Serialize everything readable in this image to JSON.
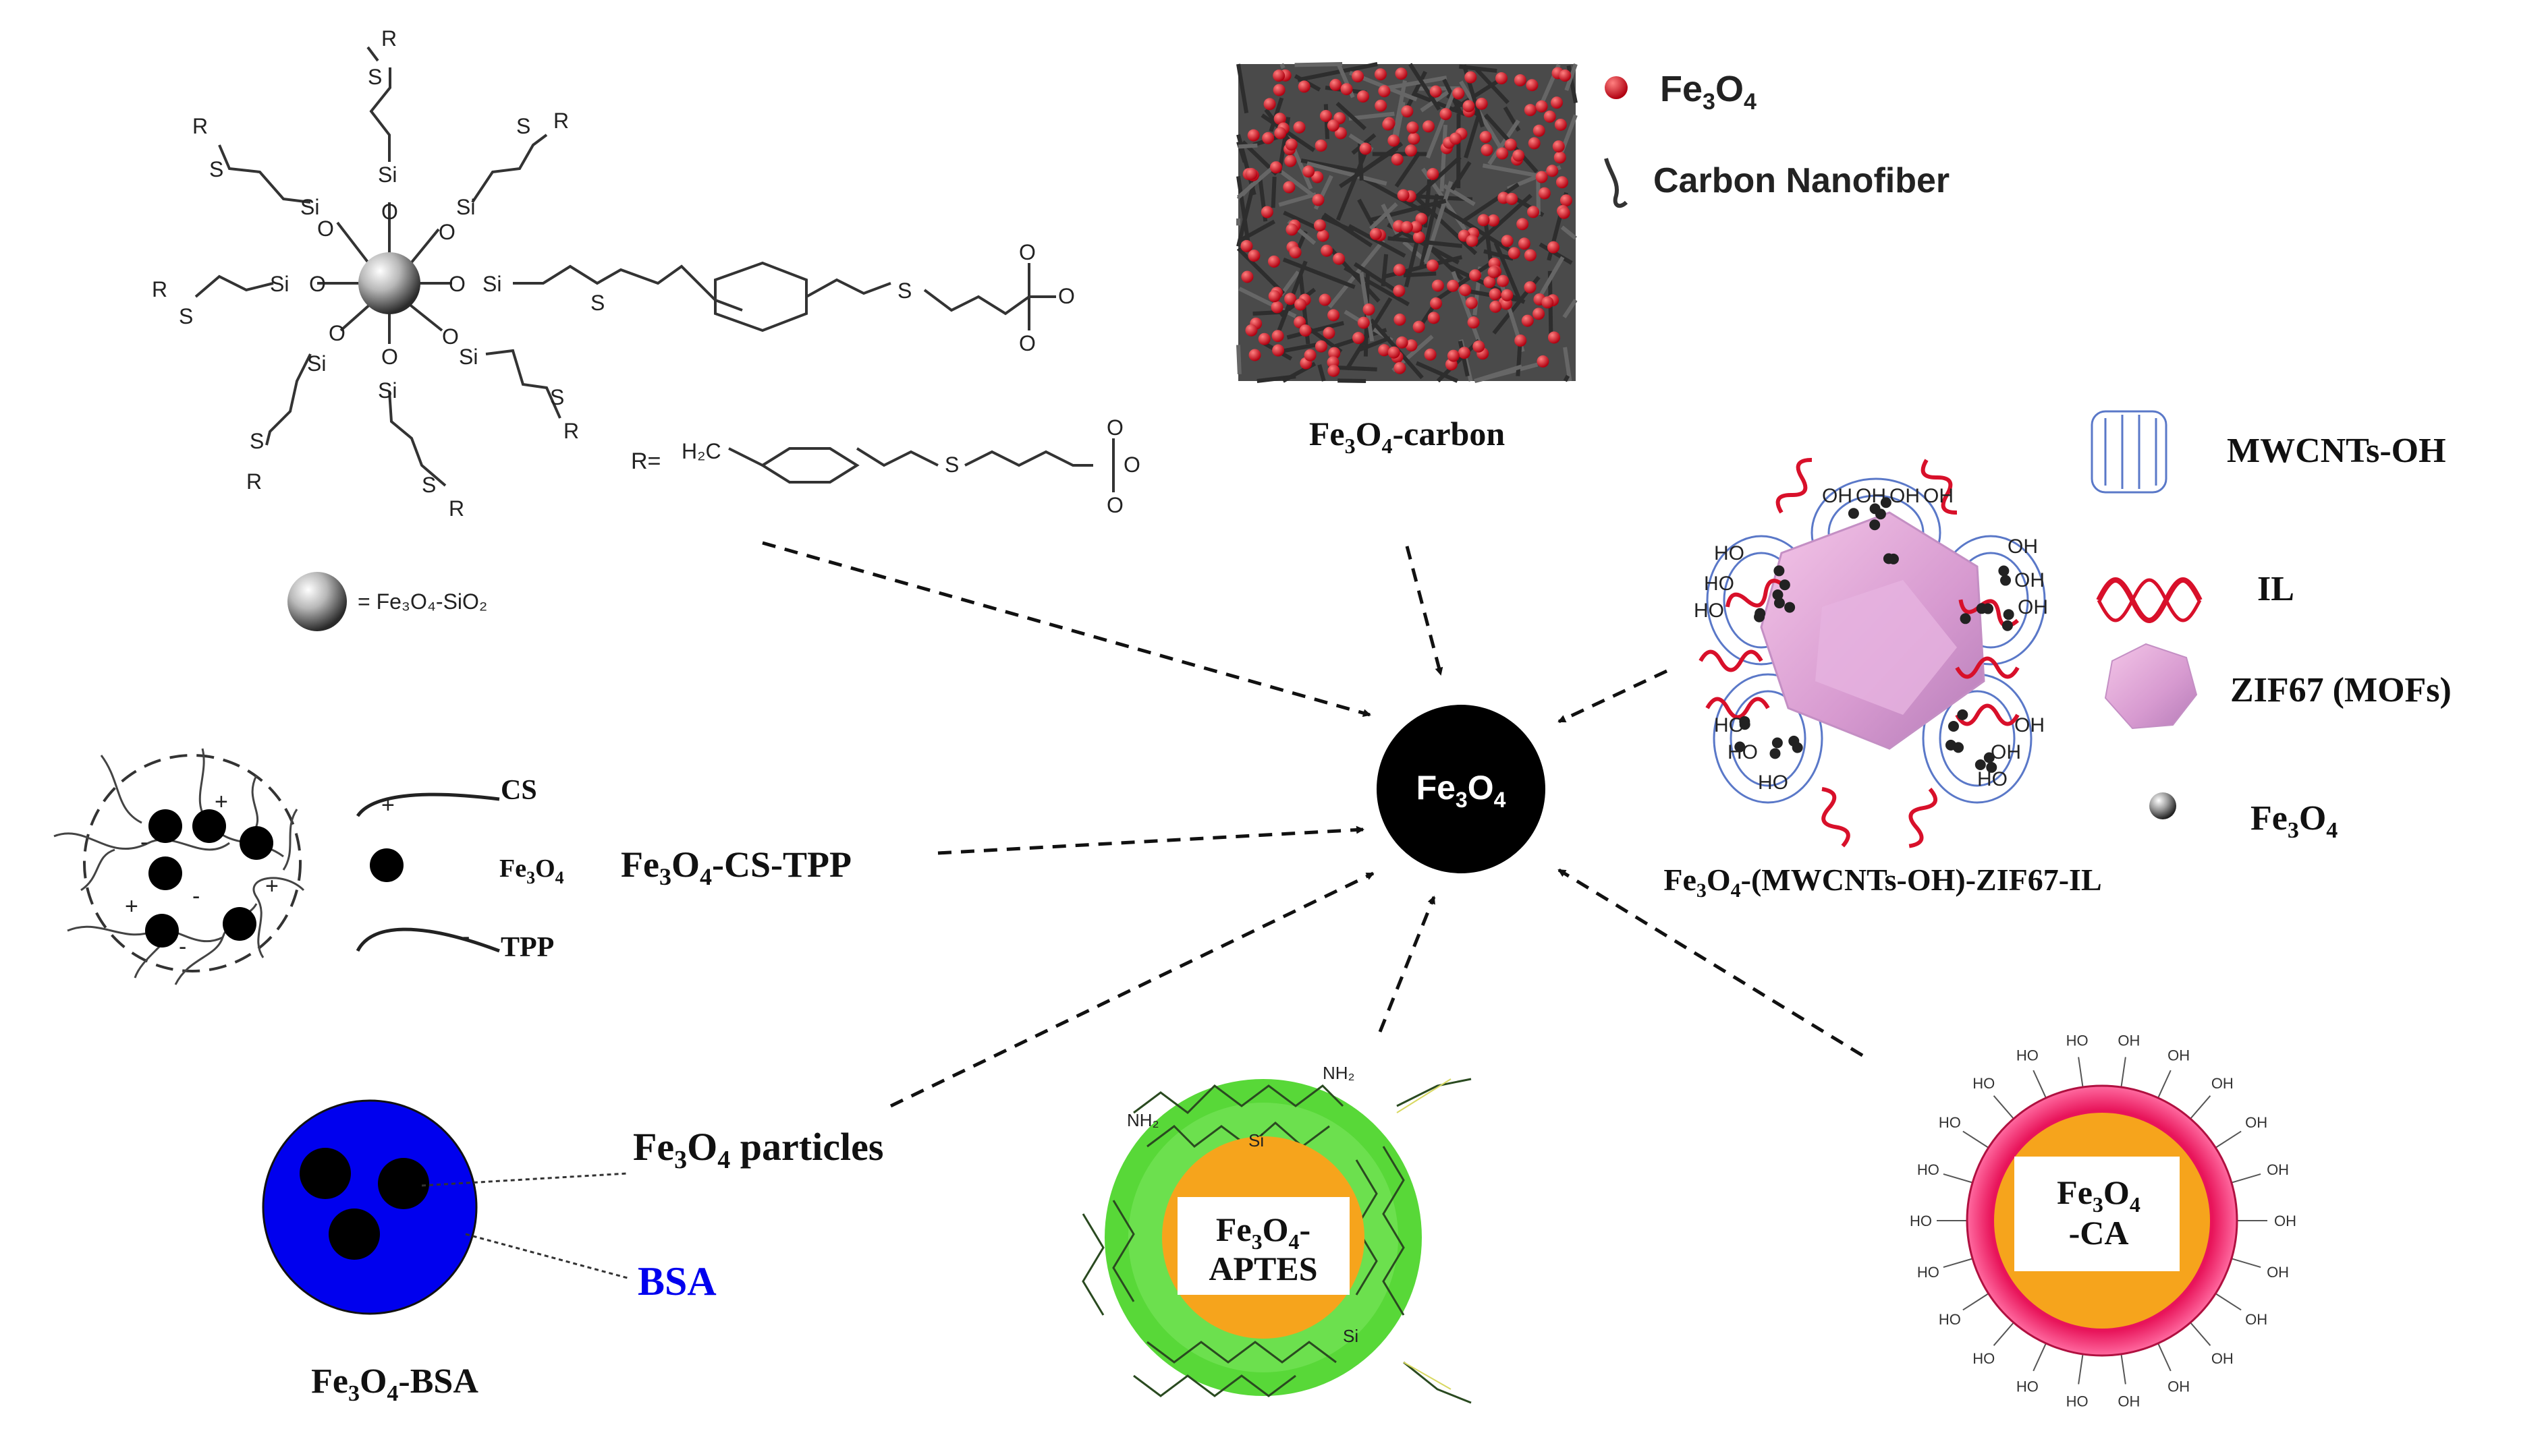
{
  "center": {
    "label": "Fe",
    "sub3": "3",
    "o": "O",
    "sub4": "4"
  },
  "silica": {
    "r_def": "R=",
    "legend": "= Fe₃O₄-SiO₂",
    "atoms": {
      "si": "Si",
      "o": "O",
      "s": "S",
      "r": "R",
      "h2c": "H₂C",
      "so3": "O"
    }
  },
  "carbon": {
    "caption": {
      "fe": "Fe",
      "s3": "3",
      "o": "O",
      "s4": "4",
      "rest": "-carbon"
    },
    "legend_fe3o4": {
      "fe": "Fe",
      "s3": "3",
      "o": "O",
      "s4": "4"
    },
    "legend_fiber": "Carbon Nanofiber"
  },
  "zif": {
    "legend": {
      "mwcnt": "MWCNTs-OH",
      "il": "IL",
      "zif": "ZIF67 (MOFs)",
      "fe": "Fe",
      "s3": "3",
      "o": "O",
      "s4": "4"
    },
    "caption": {
      "fe": "Fe",
      "s3": "3",
      "o": "O",
      "s4": "4",
      "rest": "-(MWCNTs-OH)-ZIF67-IL"
    },
    "oh": "OH",
    "ho": "HO"
  },
  "cs_tpp": {
    "cs": "CS",
    "tpp": "TPP",
    "fe": "Fe",
    "s3": "3",
    "o": "O",
    "s4": "4",
    "label": {
      "fe": "Fe",
      "s3": "3",
      "o": "O",
      "s4": "4",
      "rest": "-CS-TPP"
    },
    "plus": "+",
    "minus": "-"
  },
  "bsa": {
    "particles": {
      "fe": "Fe",
      "s3": "3",
      "o": "O",
      "s4": "4",
      "rest": " particles"
    },
    "bsa": "BSA",
    "caption": {
      "fe": "Fe",
      "s3": "3",
      "o": "O",
      "s4": "4",
      "rest": "-BSA"
    },
    "color": "#0000ee"
  },
  "aptes": {
    "line1": {
      "fe": "Fe",
      "s3": "3",
      "o": "O",
      "s4": "4",
      "rest": "-"
    },
    "line2": "APTES",
    "nh2": "NH₂",
    "si": "Si"
  },
  "ca": {
    "line1": {
      "fe": "Fe",
      "s3": "3",
      "o": "O",
      "s4": "4"
    },
    "line2": "-CA",
    "oh": "OH",
    "ho": "HO"
  },
  "colors": {
    "core": "#000000",
    "bsa": "#0000ee",
    "aptes_shell": "#58d838",
    "core_orange": "#f6a41c",
    "ca_ring": "#e8145a",
    "fe_red": "#d01020"
  }
}
